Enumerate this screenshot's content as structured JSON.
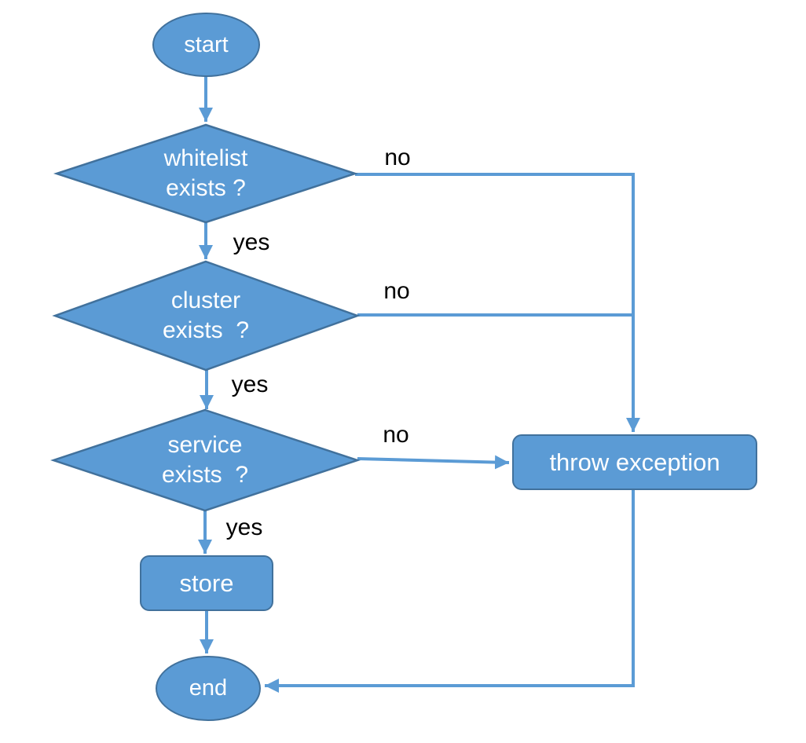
{
  "diagram": {
    "type": "flowchart",
    "colors": {
      "shape_fill": "#5B9BD5",
      "shape_border": "#41719C",
      "connector": "#5B9BD5",
      "edge_label_text": "#000000",
      "shape_text": "#FFFFFF",
      "background": "#FFFFFF"
    },
    "nodes": {
      "start": {
        "type": "terminal",
        "label": "start"
      },
      "whitelist_exists": {
        "type": "decision",
        "label": "whitelist\nexists ?"
      },
      "cluster_exists": {
        "type": "decision",
        "label": "cluster\nexists  ?"
      },
      "service_exists": {
        "type": "decision",
        "label": "service\nexists  ?"
      },
      "store": {
        "type": "process",
        "label": "store"
      },
      "throw_exception": {
        "type": "process",
        "label": "throw exception"
      },
      "end": {
        "type": "terminal",
        "label": "end"
      }
    },
    "edges": [
      {
        "from": "start",
        "to": "whitelist_exists",
        "label": ""
      },
      {
        "from": "whitelist_exists",
        "to": "cluster_exists",
        "label": "yes"
      },
      {
        "from": "whitelist_exists",
        "to": "throw_exception",
        "label": "no"
      },
      {
        "from": "cluster_exists",
        "to": "service_exists",
        "label": "yes"
      },
      {
        "from": "cluster_exists",
        "to": "throw_exception",
        "label": "no"
      },
      {
        "from": "service_exists",
        "to": "store",
        "label": "yes"
      },
      {
        "from": "service_exists",
        "to": "throw_exception",
        "label": "no"
      },
      {
        "from": "store",
        "to": "end",
        "label": ""
      },
      {
        "from": "throw_exception",
        "to": "end",
        "label": ""
      }
    ]
  }
}
